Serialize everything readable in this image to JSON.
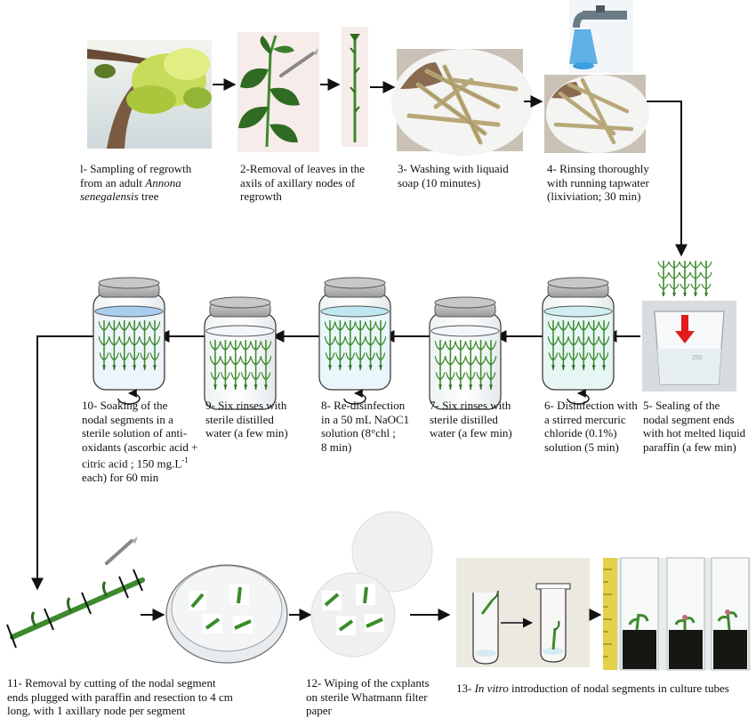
{
  "steps": {
    "s1": {
      "text_a": "l- Sampling of regrowth\nfrom an adult ",
      "text_italic": "Annona\nsenegalensis",
      "text_b": " tree"
    },
    "s2": {
      "text": "2-Removal of leaves in the\naxils of axillary nodes of\nregrowth"
    },
    "s3": {
      "text": "3- Washing with liquaid\nsoap (10 minutes)"
    },
    "s4": {
      "text": "4- Rinsing thoroughly\nwith running tapwater\n(lixiviation; 30 min)"
    },
    "s5": {
      "text": "5- Sealing of the\nnodal segment ends\nwith hot melted liquid\nparaffin (a few min)"
    },
    "s6": {
      "text": "6- Disinfection with\na stirred mercuric\nchloride (0.1%)\nsolution (5 min)"
    },
    "s7": {
      "text": "7- Six rinses with\nsterile distilled\nwater (a few min)"
    },
    "s8": {
      "text": "8- Re-disinfection\nin a 50 mL NaOC1\nsolution (8°chl ;\n8 min)"
    },
    "s9": {
      "text": "9- Six rinses with\nsterile distilled\nwater (a few min)"
    },
    "s10": {
      "text_a": "10- Soaking of the\nnodal segments in a\nsterile solution of anti-\noxidants (ascorbic acid +\ncitric acid ; 150 mg.L",
      "text_sup": "-1",
      "text_b": "\neach) for 60 min"
    },
    "s11": {
      "text": "11- Removal by cutting of the nodal segment\nends plugged with paraffin and resection to 4 cm\nlong, with 1 axillary node per segment"
    },
    "s12": {
      "text": "12- Wiping of the cxplants\non sterile Whatmann filter\npaper"
    },
    "s13": {
      "text_italic": "In vitro",
      "text_b": " introduction of nodal segments in culture tubes",
      "text_a": "13- "
    }
  },
  "photo_labels": {
    "beaker_mark": "250"
  },
  "colors": {
    "stem": "#3d8a2c",
    "leaf": "#2f6b22",
    "lid": "#b5b5b5",
    "water_blue": "#a9cdee",
    "water_cyan": "#cfeef0",
    "arrow": "#111111"
  }
}
